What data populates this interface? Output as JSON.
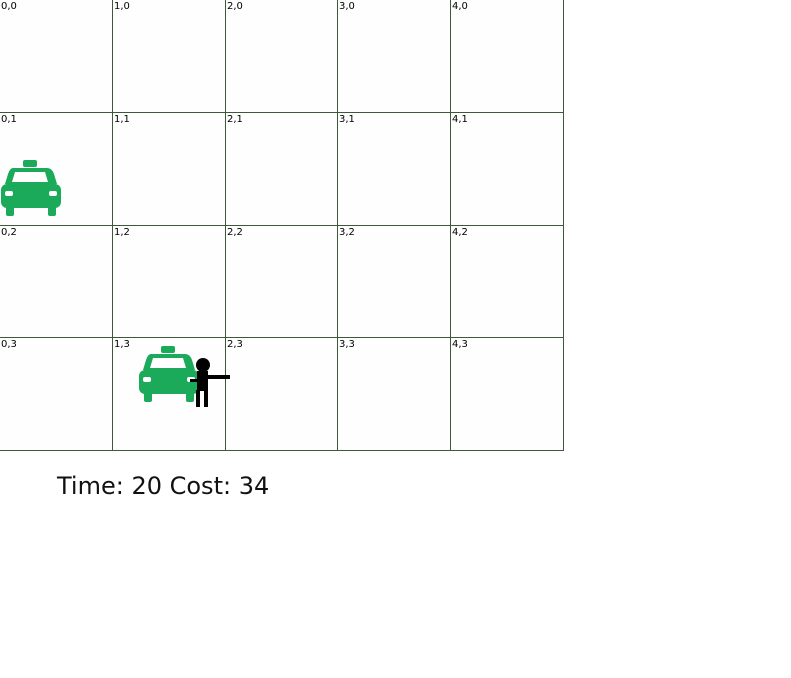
{
  "grid": {
    "columns": 5,
    "rows": 4,
    "cell_labels": [
      [
        "0,0",
        "1,0",
        "2,0",
        "3,0",
        "4,0"
      ],
      [
        "0,1",
        "1,1",
        "2,1",
        "3,1",
        "4,1"
      ],
      [
        "0,2",
        "1,2",
        "2,2",
        "3,2",
        "4,2"
      ],
      [
        "0,3",
        "1,3",
        "2,3",
        "3,3",
        "4,3"
      ]
    ],
    "line_color": "#3a5a3a"
  },
  "entities": {
    "taxis": [
      {
        "cell": "0,1",
        "icon": "taxi-icon",
        "color": "#1aaa5a"
      },
      {
        "cell": "1,3",
        "icon": "taxi-icon",
        "color": "#1aaa5a"
      }
    ],
    "passenger": {
      "cell": "1,3",
      "icon": "passenger-hailing-icon",
      "color": "#000000"
    }
  },
  "status": {
    "text": "Time: 20 Cost: 34"
  }
}
